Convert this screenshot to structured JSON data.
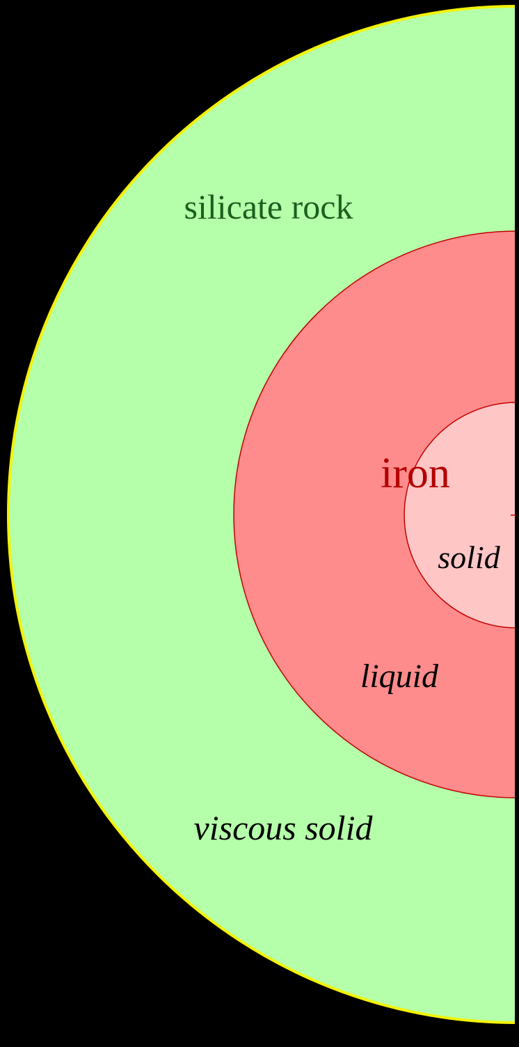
{
  "layers": {
    "mantle": {
      "material_label": "silicate rock",
      "state_label": "viscous solid"
    },
    "outer_core": {
      "state_label": "liquid"
    },
    "inner_core": {
      "state_label": "solid"
    },
    "core": {
      "material_label": "iron"
    }
  },
  "colors": {
    "background": "#000000",
    "mantle_fill": "#b5ffaa",
    "mantle_edge": "#f2f20a",
    "mantle_label": "#1d5e1d",
    "outer_core_fill": "#ff8c8c",
    "inner_core_fill": "#ffc6c6",
    "core_edge": "#c40000",
    "core_label": "#b30000",
    "state_label": "#000000",
    "axis": "#000000"
  }
}
